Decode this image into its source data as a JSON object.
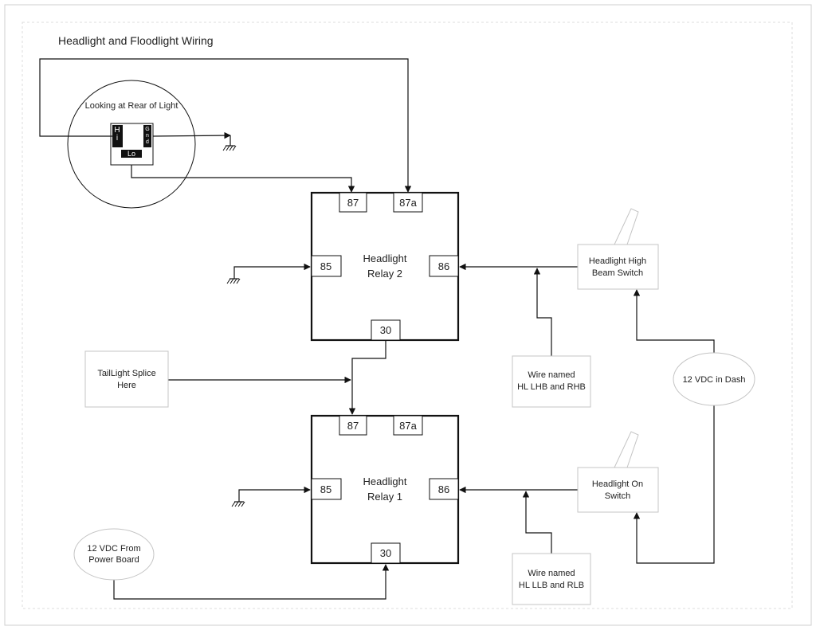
{
  "title": "Headlight and Floodlight Wiring",
  "rear_view": {
    "label": "Looking at Rear of Light",
    "hi": "H\ni",
    "gnd": "G\nn\nd",
    "lo": "Lo"
  },
  "relay2": {
    "name": "Headlight\nRelay 2",
    "pins": [
      "87",
      "87a",
      "85",
      "86",
      "30"
    ]
  },
  "relay1": {
    "name": "Headlight\nRelay 1",
    "pins": [
      "87",
      "87a",
      "85",
      "86",
      "30"
    ]
  },
  "boxes": {
    "taillight": "TailLight Splice\nHere",
    "wire_hb": "Wire named\nHL LHB and RHB",
    "wire_lb": "Wire named\nHL LLB and RLB",
    "high_beam_switch": "Headlight High\nBeam Switch",
    "on_switch": "Headlight On\nSwitch"
  },
  "ovals": {
    "dash": "12 VDC in Dash",
    "power": "12 VDC From\nPower Board"
  },
  "colors": {
    "line": "#111111",
    "callout_border": "#c4c4c4",
    "page_border": "#cfcfcf"
  }
}
